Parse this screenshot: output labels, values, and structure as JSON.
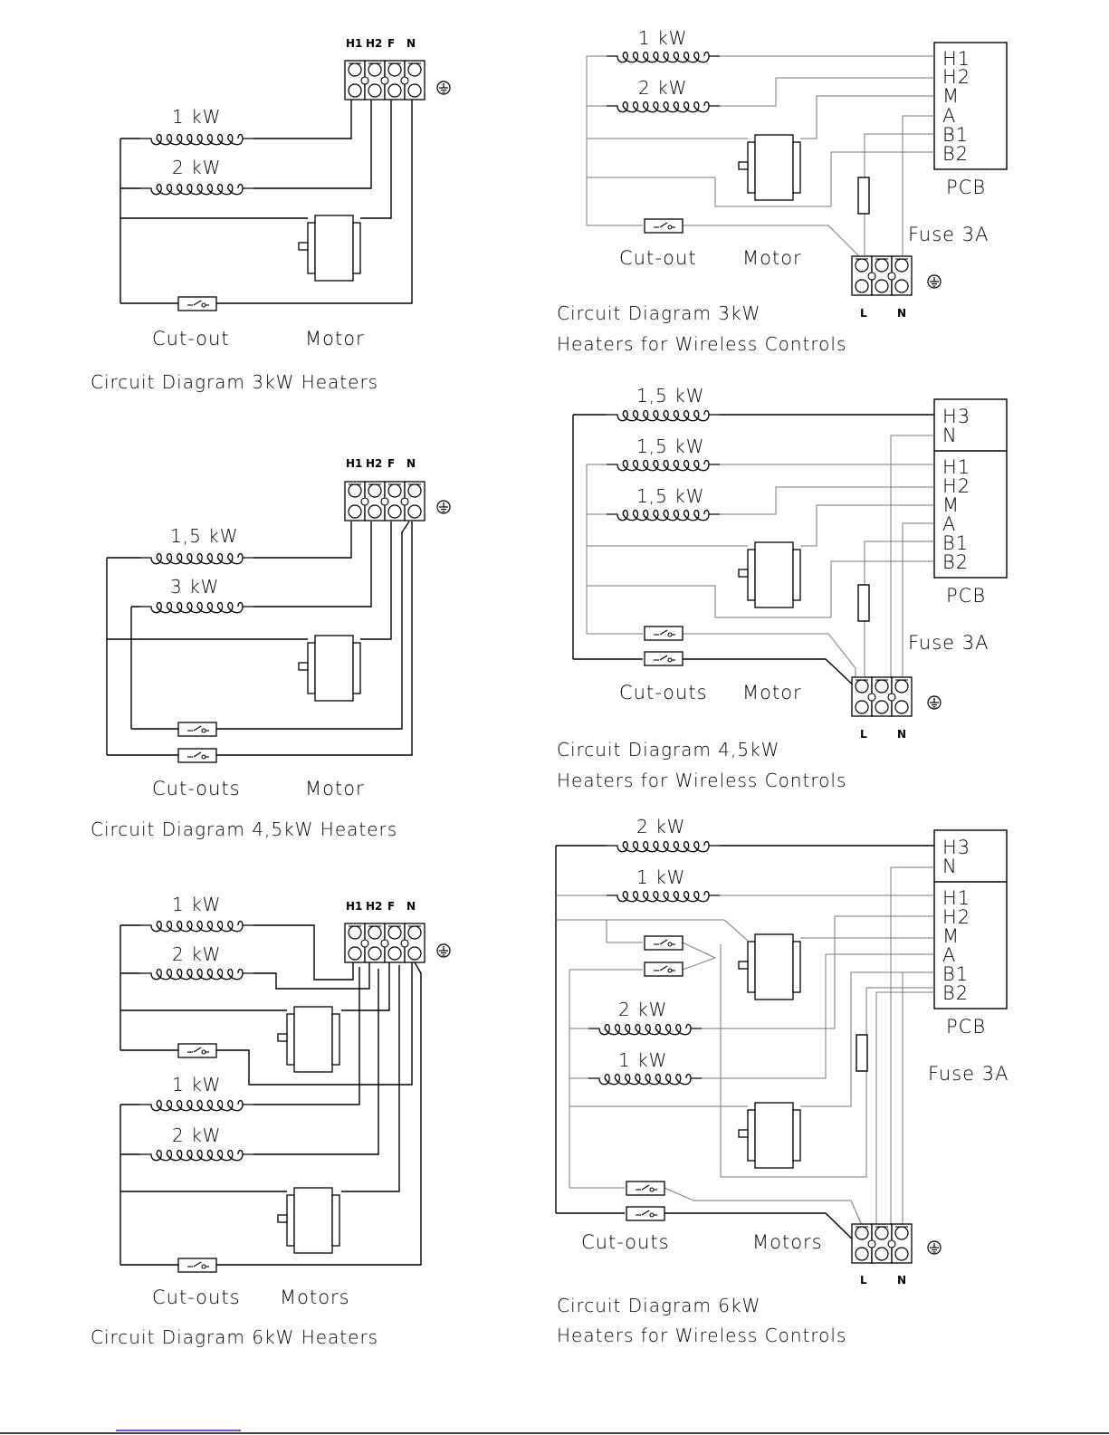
{
  "diagrams": {
    "d3": {
      "terminals": [
        "H1",
        "H2",
        "F",
        "N"
      ],
      "heaters": [
        "1 kW",
        "2 kW"
      ],
      "cutout": "Cut-out",
      "motor": "Motor",
      "caption": "Circuit Diagram 3kW Heaters"
    },
    "d45": {
      "terminals": [
        "H1",
        "H2",
        "F",
        "N"
      ],
      "heaters": [
        "1,5 kW",
        "3 kW"
      ],
      "cutout": "Cut-outs",
      "motor": "Motor",
      "caption": "Circuit Diagram 4,5kW Heaters"
    },
    "d6": {
      "terminals": [
        "H1",
        "H2",
        "F",
        "N"
      ],
      "heaters": [
        "1 kW",
        "2 kW",
        "1 kW",
        "2 kW"
      ],
      "cutout": "Cut-outs",
      "motor": "Motors",
      "caption": "Circuit Diagram 6kW Heaters"
    },
    "w3": {
      "heaters": [
        "1 kW",
        "2 kW"
      ],
      "pcb_pins": [
        "H1",
        "H2",
        "M",
        "A",
        "B1",
        "B2"
      ],
      "pcb": "PCB",
      "fuse": "Fuse 3A",
      "cutout": "Cut-out",
      "motor": "Motor",
      "terminals": [
        "L",
        "N"
      ],
      "caption1": "Circuit Diagram 3kW",
      "caption2": "Heaters for Wireless Controls"
    },
    "w45": {
      "heaters": [
        "1,5 kW",
        "1,5 kW",
        "1,5 kW"
      ],
      "pcb_top": [
        "H3",
        "N"
      ],
      "pcb_pins": [
        "H1",
        "H2",
        "M",
        "A",
        "B1",
        "B2"
      ],
      "pcb": "PCB",
      "fuse": "Fuse 3A",
      "cutout": "Cut-outs",
      "motor": "Motor",
      "terminals": [
        "L",
        "N"
      ],
      "caption1": "Circuit Diagram 4,5kW",
      "caption2": "Heaters for Wireless Controls"
    },
    "w6": {
      "heaters": [
        "2 kW",
        "1 kW",
        "2 kW",
        "1 kW"
      ],
      "pcb_top": [
        "H3",
        "N"
      ],
      "pcb_pins": [
        "H1",
        "H2",
        "M",
        "A",
        "B1",
        "B2"
      ],
      "pcb": "PCB",
      "fuse": "Fuse 3A",
      "cutout": "Cut-outs",
      "motor": "Motors",
      "terminals": [
        "L",
        "N"
      ],
      "caption1": "Circuit Diagram 6kW",
      "caption2": "Heaters for Wireless Controls"
    }
  }
}
